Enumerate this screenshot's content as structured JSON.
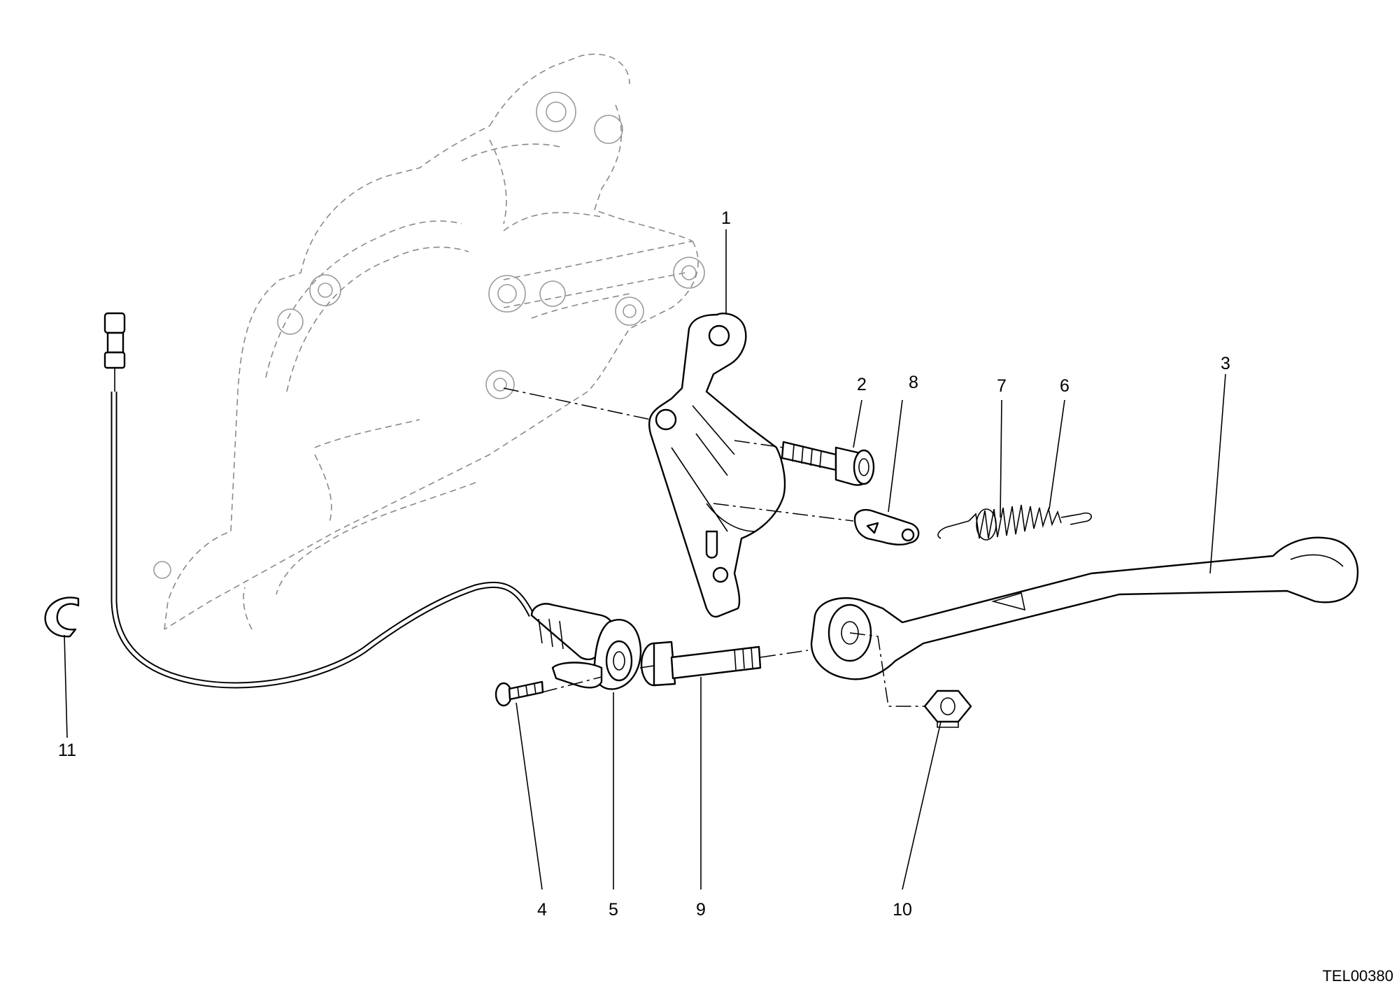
{
  "drawing_code": "TEL00380",
  "parts": [
    {
      "label": "1",
      "icon": "mounting-plate-icon"
    },
    {
      "label": "2",
      "icon": "socket-screw-icon"
    },
    {
      "label": "3",
      "icon": "side-stand-leg-icon"
    },
    {
      "label": "4",
      "icon": "small-screw-icon"
    },
    {
      "label": "5",
      "icon": "stand-switch-icon"
    },
    {
      "label": "6",
      "icon": "spring-icon"
    },
    {
      "label": "7",
      "icon": "spring-icon"
    },
    {
      "label": "8",
      "icon": "spring-bracket-icon"
    },
    {
      "label": "9",
      "icon": "pivot-bolt-icon"
    },
    {
      "label": "10",
      "icon": "nut-icon"
    },
    {
      "label": "11",
      "icon": "cable-clip-icon"
    }
  ]
}
